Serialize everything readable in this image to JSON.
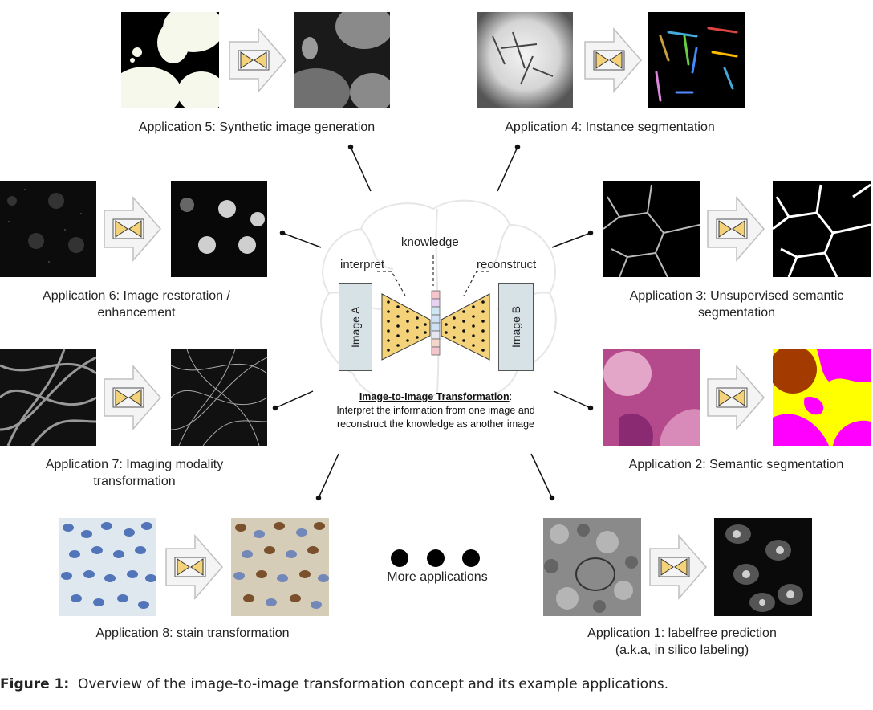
{
  "center": {
    "knowledge_label": "knowledge",
    "interpret_label": "interpret",
    "reconstruct_label": "reconstruct",
    "image_a_label": "Image A",
    "image_b_label": "Image B",
    "title": "Image-to-Image Transformation",
    "title_suffix": ":",
    "description_line1": "Interpret the information from one image and",
    "description_line2": "reconstruct the knowledge as another image"
  },
  "applications": [
    {
      "id": "app5",
      "caption_line1": "Application 5: Synthetic image generation",
      "caption_line2": ""
    },
    {
      "id": "app4",
      "caption_line1": "Application 4: Instance segmentation",
      "caption_line2": ""
    },
    {
      "id": "app6",
      "caption_line1": "Application 6: Image restoration /",
      "caption_line2": "enhancement"
    },
    {
      "id": "app3",
      "caption_line1": "Application 3: Unsupervised semantic",
      "caption_line2": "segmentation"
    },
    {
      "id": "app7",
      "caption_line1": "Application 7: Imaging modality",
      "caption_line2": "transformation"
    },
    {
      "id": "app2",
      "caption_line1": "Application 2: Semantic segmentation",
      "caption_line2": ""
    },
    {
      "id": "app8",
      "caption_line1": "Application 8: stain transformation",
      "caption_line2": ""
    },
    {
      "id": "app1",
      "caption_line1": "Application 1: labelfree prediction",
      "caption_line2": "(a.k.a, in silico labeling)"
    }
  ],
  "more_applications": "More applications",
  "figure_caption": {
    "label": "Figure 1:",
    "text": "Overview of the image-to-image transformation concept and its example applications."
  },
  "colors": {
    "funnel": "#f3d27a",
    "funnel_dots": "#000000",
    "image_box": "#d6e2e6",
    "arrow_fill": "#f4f4f4",
    "arrow_stroke": "#bfbfbf",
    "bowtie_fill": "#f3d27a",
    "segmentation_magenta": "#ff00ff",
    "segmentation_yellow": "#ffff00",
    "segmentation_brown": "#a33a00"
  }
}
